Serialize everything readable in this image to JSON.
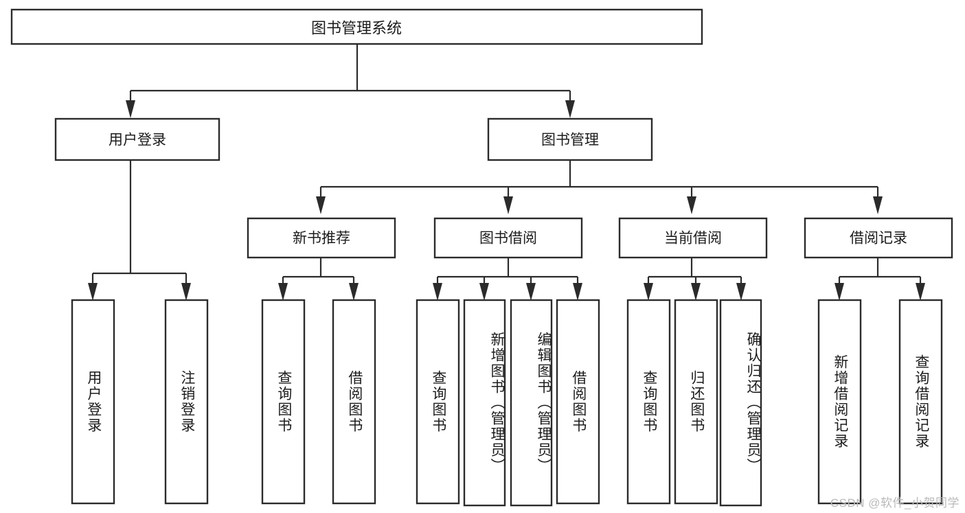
{
  "diagram": {
    "title_node": {
      "label": "图书管理系统"
    },
    "level2": [
      {
        "id": "user-login",
        "label": "用户登录"
      },
      {
        "id": "book-management",
        "label": "图书管理"
      }
    ],
    "level3": [
      {
        "id": "new-book-recommend",
        "label": "新书推荐"
      },
      {
        "id": "book-borrow",
        "label": "图书借阅"
      },
      {
        "id": "current-borrow",
        "label": "当前借阅"
      },
      {
        "id": "borrow-record",
        "label": "借阅记录"
      }
    ],
    "leaves": [
      {
        "id": "leaf-user-login",
        "label": "用户登录",
        "parent": "user-login"
      },
      {
        "id": "leaf-logout",
        "label": "注销登录",
        "parent": "user-login"
      },
      {
        "id": "leaf-query-book-1",
        "label": "查询图书",
        "parent": "new-book-recommend"
      },
      {
        "id": "leaf-borrow-book-1",
        "label": "借阅图书",
        "parent": "new-book-recommend"
      },
      {
        "id": "leaf-query-book-2",
        "label": "查询图书",
        "parent": "book-borrow"
      },
      {
        "id": "leaf-add-book",
        "label": "新增图书（管理员）",
        "parent": "book-borrow"
      },
      {
        "id": "leaf-edit-book",
        "label": "编辑图书（管理员）",
        "parent": "book-borrow"
      },
      {
        "id": "leaf-borrow-book-2",
        "label": "借阅图书",
        "parent": "book-borrow"
      },
      {
        "id": "leaf-query-book-3",
        "label": "查询图书",
        "parent": "current-borrow"
      },
      {
        "id": "leaf-return-book",
        "label": "归还图书",
        "parent": "current-borrow"
      },
      {
        "id": "leaf-confirm-return",
        "label": "确认归还（管理员）",
        "parent": "current-borrow"
      },
      {
        "id": "leaf-add-record",
        "label": "新增借阅记录",
        "parent": "borrow-record"
      },
      {
        "id": "leaf-query-record",
        "label": "查询借阅记录",
        "parent": "borrow-record"
      }
    ],
    "colors": {
      "stroke": "#2b2b2b",
      "fill": "#ffffff",
      "text": "#1c1c1c",
      "watermark": "#b9b9b9"
    }
  },
  "watermark": {
    "text": "CSDN @软件_小贺同学"
  }
}
